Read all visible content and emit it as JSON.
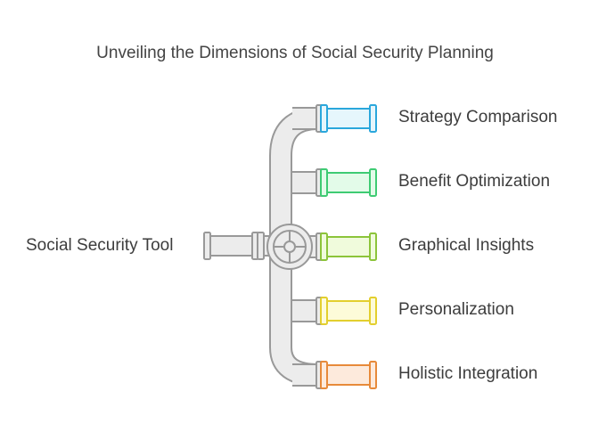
{
  "title": "Unveiling the Dimensions of Social Security Planning",
  "source": {
    "label": "Social Security Tool"
  },
  "outputs": [
    {
      "label": "Strategy Comparison",
      "fill": "#e6f6fc",
      "stroke": "#2aa7dc"
    },
    {
      "label": "Benefit Optimization",
      "fill": "#e3fbe9",
      "stroke": "#3ecb73"
    },
    {
      "label": "Graphical Insights",
      "fill": "#f0fbdc",
      "stroke": "#8cc43a"
    },
    {
      "label": "Personalization",
      "fill": "#fdfbd9",
      "stroke": "#e3cf2e"
    },
    {
      "label": "Holistic Integration",
      "fill": "#fdeadc",
      "stroke": "#e78a3a"
    }
  ],
  "colors": {
    "pipe_fill": "#ececec",
    "pipe_stroke": "#999999"
  },
  "icons": {
    "junction": "valve-icon"
  }
}
